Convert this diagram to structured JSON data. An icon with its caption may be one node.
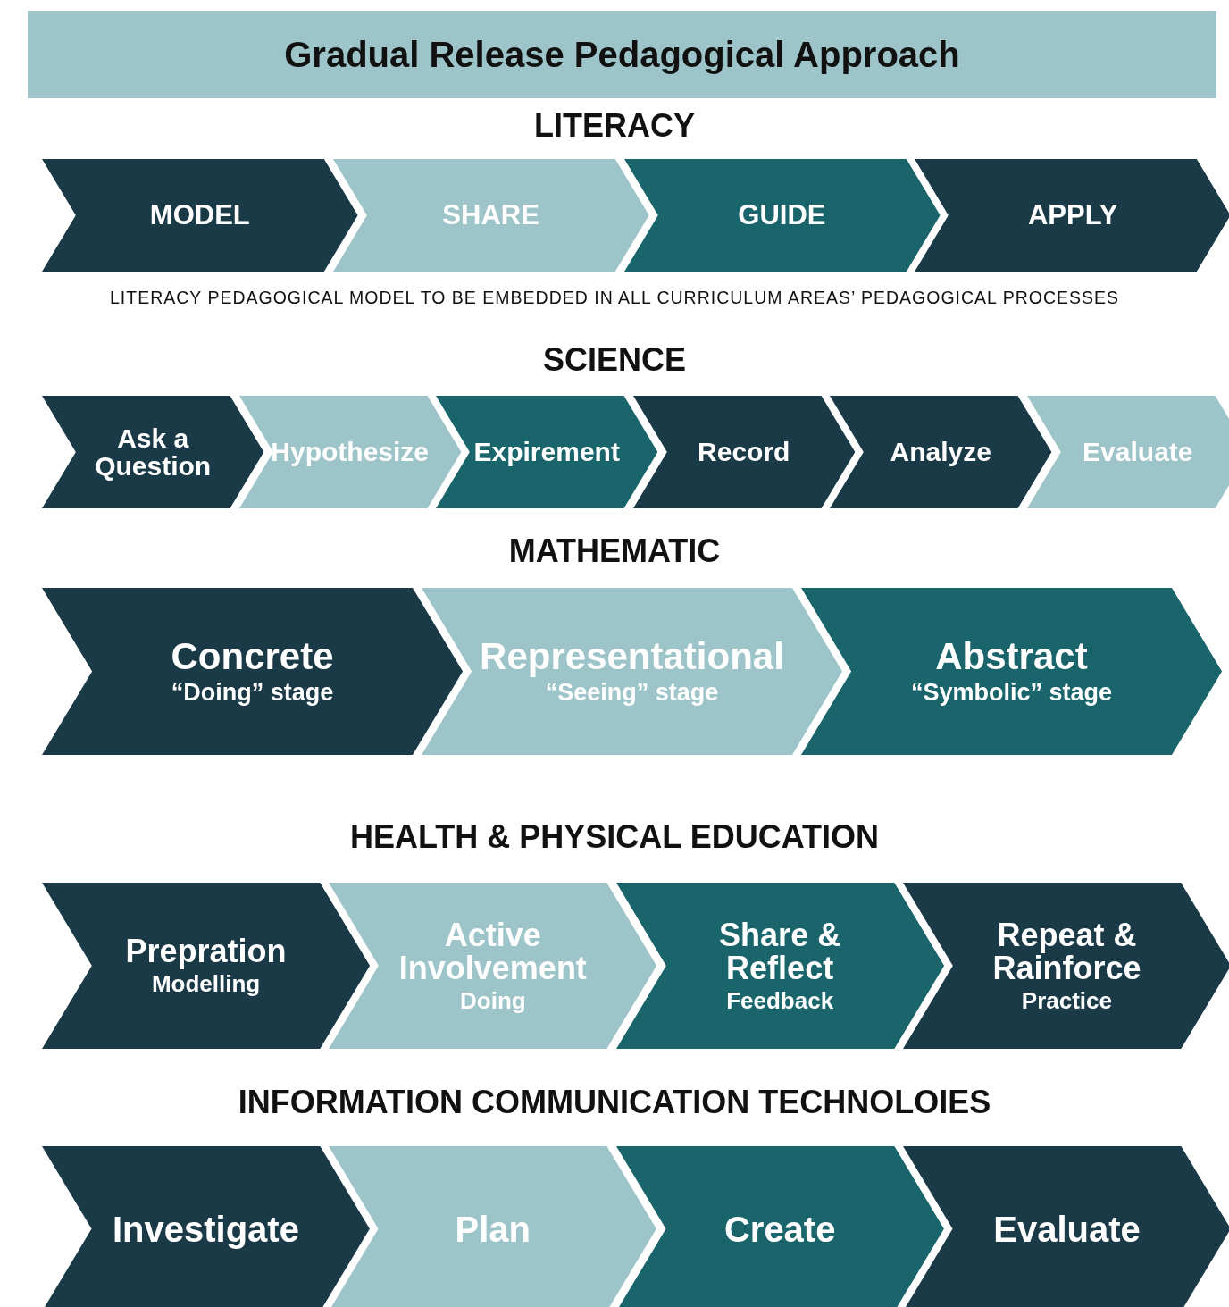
{
  "diagram": {
    "title": "Gradual Release Pedagogical Approach",
    "nodes": [
      {
        "text": [
          "MODEL"
        ]
      },
      {
        "text": [
          "SHARE"
        ]
      },
      {
        "text": [
          "GUIDE"
        ]
      },
      {
        "text": [
          "APPLY"
        ]
      },
      {
        "text": [
          "Ask a Question"
        ]
      },
      {
        "text": [
          "Hypothesize"
        ]
      },
      {
        "text": [
          "Expirement"
        ]
      },
      {
        "text": [
          "Record"
        ]
      },
      {
        "text": [
          "Analyze"
        ]
      },
      {
        "text": [
          "Evaluate"
        ]
      },
      {
        "text": [
          "Concrete",
          "“Doing” stage"
        ]
      },
      {
        "text": [
          "Representational",
          "“Seeing” stage"
        ]
      },
      {
        "text": [
          "Abstract",
          "“Symbolic” stage"
        ]
      },
      {
        "text": [
          "Prepration",
          "Modelling"
        ]
      },
      {
        "text": [
          "Active Involvement",
          "Doing"
        ]
      },
      {
        "text": [
          "Share & Reflect",
          "Feedback"
        ]
      },
      {
        "text": [
          "Repeat & Rainforce",
          "Practice"
        ]
      },
      {
        "text": [
          "Investigate"
        ]
      },
      {
        "text": [
          "Plan"
        ]
      },
      {
        "text": [
          "Create"
        ]
      },
      {
        "text": [
          "Evaluate"
        ]
      }
    ],
    "labels": [
      "LITERACY",
      "LITERACY PEDAGOGICAL MODEL TO BE EMBEDDED IN ALL CURRICULUM AREAS’ PEDAGOGICAL PROCESSES",
      "SCIENCE",
      "MATHEMATIC",
      "HEALTH & PHYSICAL EDUCATION",
      "INFORMATION COMMUNICATION TECHNOLOIES"
    ]
  }
}
